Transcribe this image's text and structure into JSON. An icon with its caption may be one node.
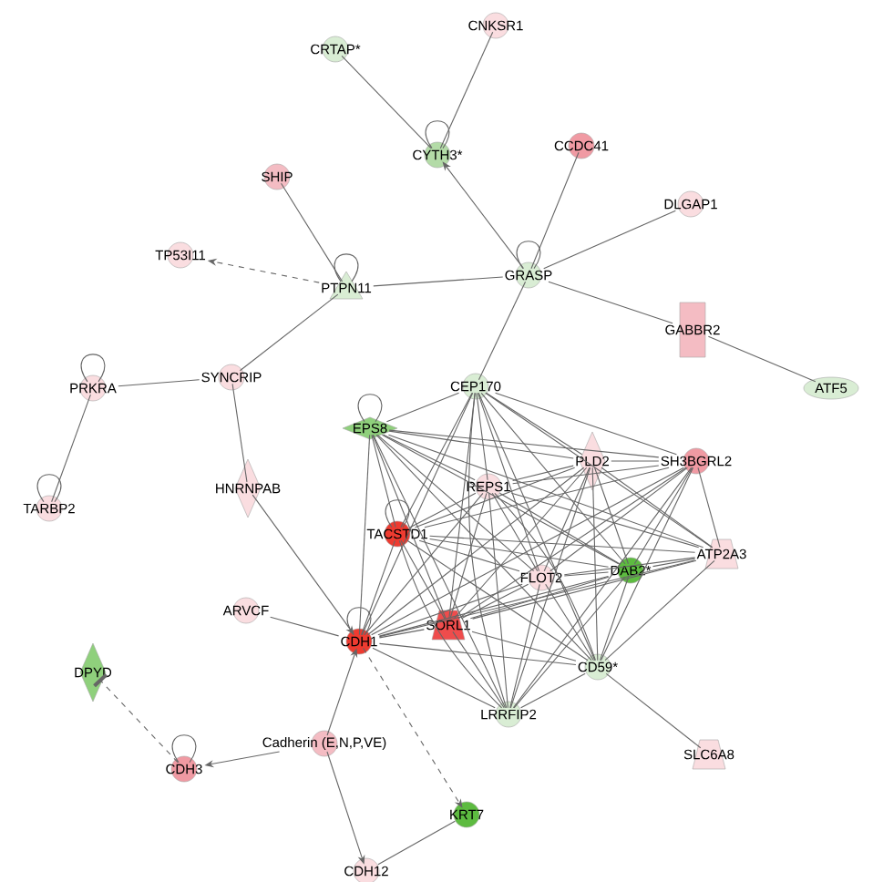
{
  "diagram": {
    "nodes": [
      {
        "text": [
          "CNKSR1"
        ]
      },
      {
        "text": [
          "CRTAP*"
        ]
      },
      {
        "text": [
          "CCDC41"
        ]
      },
      {
        "text": [
          "CYTH3*"
        ]
      },
      {
        "text": [
          "SHIP"
        ]
      },
      {
        "text": [
          "DLGAP1"
        ]
      },
      {
        "text": [
          "TP53I11"
        ]
      },
      {
        "text": [
          "GRASP"
        ]
      },
      {
        "text": [
          "PTPN11"
        ]
      },
      {
        "text": [
          "GABBR2"
        ]
      },
      {
        "text": [
          "SYNCRIP"
        ]
      },
      {
        "text": [
          "CEP170"
        ]
      },
      {
        "text": [
          "PRKRA"
        ]
      },
      {
        "text": [
          "ATF5"
        ]
      },
      {
        "text": [
          "EPS8"
        ]
      },
      {
        "text": [
          "PLD2"
        ]
      },
      {
        "text": [
          "SH3BGRL2"
        ]
      },
      {
        "text": [
          "REPS1"
        ]
      },
      {
        "text": [
          "HNRNPAB"
        ]
      },
      {
        "text": [
          "TARBP2"
        ]
      },
      {
        "text": [
          "TACSTD1"
        ]
      },
      {
        "text": [
          "ATP2A3"
        ]
      },
      {
        "text": [
          "DAB2*"
        ]
      },
      {
        "text": [
          "FLOT2"
        ]
      },
      {
        "text": [
          "ARVCF"
        ]
      },
      {
        "text": [
          "SORL1"
        ]
      },
      {
        "text": [
          "CDH1"
        ]
      },
      {
        "text": [
          "CD59*"
        ]
      },
      {
        "text": [
          "DPYD"
        ]
      },
      {
        "text": [
          "LRRFIP2"
        ]
      },
      {
        "text": [
          "Cadherin (E,N,P,VE)"
        ]
      },
      {
        "text": [
          "SLC6A8"
        ]
      },
      {
        "text": [
          "CDH3"
        ]
      },
      {
        "text": [
          "KRT7"
        ]
      },
      {
        "text": [
          "CDH12"
        ]
      }
    ],
    "edges": [
      {
        "from": 1,
        "to": 3,
        "arrow": "none"
      },
      {
        "from": 0,
        "to": 3,
        "arrow": "none"
      },
      {
        "from": 7,
        "to": 3,
        "arrow": "to"
      },
      {
        "from": 2,
        "to": 7,
        "arrow": "none"
      },
      {
        "from": 5,
        "to": 7,
        "arrow": "none"
      },
      {
        "from": 4,
        "to": 8,
        "arrow": "none"
      },
      {
        "from": 8,
        "to": 6,
        "arrow": "to",
        "style": "dashed"
      },
      {
        "from": 8,
        "to": 7,
        "arrow": "none"
      },
      {
        "from": 7,
        "to": 9,
        "arrow": "none"
      },
      {
        "from": 9,
        "to": 13,
        "arrow": "none"
      },
      {
        "from": 7,
        "to": 11,
        "arrow": "none"
      },
      {
        "from": 8,
        "to": 10,
        "arrow": "none"
      },
      {
        "from": 12,
        "to": 10,
        "arrow": "none"
      },
      {
        "from": 12,
        "to": 19,
        "arrow": "none"
      },
      {
        "from": 10,
        "to": 18,
        "arrow": "none"
      },
      {
        "from": 18,
        "to": 26,
        "arrow": "to"
      },
      {
        "from": 24,
        "to": 26,
        "arrow": "none"
      },
      {
        "from": 30,
        "to": 26,
        "arrow": "to"
      },
      {
        "from": 30,
        "to": 32,
        "arrow": "to"
      },
      {
        "from": 30,
        "to": 34,
        "arrow": "to"
      },
      {
        "from": 26,
        "to": 33,
        "arrow": "to",
        "style": "dashed"
      },
      {
        "from": 33,
        "to": 34,
        "arrow": "none"
      },
      {
        "from": 32,
        "to": 28,
        "arrow": "other",
        "style": "dashed"
      },
      {
        "from": 27,
        "to": 31,
        "arrow": "none"
      },
      {
        "from": 3,
        "to": 3,
        "arrow": "none"
      },
      {
        "from": 7,
        "to": 7,
        "arrow": "none"
      },
      {
        "from": 8,
        "to": 8,
        "arrow": "none"
      },
      {
        "from": 12,
        "to": 12,
        "arrow": "none"
      },
      {
        "from": 19,
        "to": 19,
        "arrow": "none"
      },
      {
        "from": 14,
        "to": 14,
        "arrow": "none"
      },
      {
        "from": 20,
        "to": 20,
        "arrow": "none"
      },
      {
        "from": 26,
        "to": 26,
        "arrow": "none"
      },
      {
        "from": 32,
        "to": 32,
        "arrow": "none"
      },
      {
        "from": 11,
        "to": 14,
        "arrow": "none"
      },
      {
        "from": 11,
        "to": 15,
        "arrow": "none"
      },
      {
        "from": 11,
        "to": 16,
        "arrow": "none"
      },
      {
        "from": 11,
        "to": 17,
        "arrow": "none"
      },
      {
        "from": 11,
        "to": 20,
        "arrow": "none"
      },
      {
        "from": 11,
        "to": 21,
        "arrow": "none"
      },
      {
        "from": 11,
        "to": 22,
        "arrow": "none"
      },
      {
        "from": 11,
        "to": 23,
        "arrow": "none"
      },
      {
        "from": 11,
        "to": 25,
        "arrow": "none"
      },
      {
        "from": 11,
        "to": 26,
        "arrow": "none"
      },
      {
        "from": 11,
        "to": 27,
        "arrow": "none"
      },
      {
        "from": 11,
        "to": 29,
        "arrow": "none"
      },
      {
        "from": 14,
        "to": 15,
        "arrow": "none"
      },
      {
        "from": 14,
        "to": 16,
        "arrow": "none"
      },
      {
        "from": 14,
        "to": 17,
        "arrow": "none"
      },
      {
        "from": 14,
        "to": 20,
        "arrow": "none"
      },
      {
        "from": 14,
        "to": 21,
        "arrow": "none"
      },
      {
        "from": 14,
        "to": 22,
        "arrow": "none"
      },
      {
        "from": 14,
        "to": 23,
        "arrow": "none"
      },
      {
        "from": 14,
        "to": 25,
        "arrow": "none"
      },
      {
        "from": 14,
        "to": 26,
        "arrow": "none"
      },
      {
        "from": 14,
        "to": 27,
        "arrow": "none"
      },
      {
        "from": 14,
        "to": 29,
        "arrow": "none"
      },
      {
        "from": 15,
        "to": 16,
        "arrow": "none"
      },
      {
        "from": 15,
        "to": 17,
        "arrow": "none"
      },
      {
        "from": 15,
        "to": 20,
        "arrow": "none"
      },
      {
        "from": 15,
        "to": 21,
        "arrow": "none"
      },
      {
        "from": 15,
        "to": 22,
        "arrow": "none"
      },
      {
        "from": 15,
        "to": 23,
        "arrow": "none"
      },
      {
        "from": 15,
        "to": 25,
        "arrow": "none"
      },
      {
        "from": 15,
        "to": 26,
        "arrow": "none"
      },
      {
        "from": 15,
        "to": 27,
        "arrow": "none"
      },
      {
        "from": 15,
        "to": 29,
        "arrow": "none"
      },
      {
        "from": 16,
        "to": 17,
        "arrow": "none"
      },
      {
        "from": 16,
        "to": 20,
        "arrow": "none"
      },
      {
        "from": 16,
        "to": 21,
        "arrow": "none"
      },
      {
        "from": 16,
        "to": 22,
        "arrow": "none"
      },
      {
        "from": 16,
        "to": 23,
        "arrow": "none"
      },
      {
        "from": 16,
        "to": 25,
        "arrow": "none"
      },
      {
        "from": 16,
        "to": 26,
        "arrow": "none"
      },
      {
        "from": 16,
        "to": 27,
        "arrow": "none"
      },
      {
        "from": 16,
        "to": 29,
        "arrow": "none"
      },
      {
        "from": 17,
        "to": 20,
        "arrow": "none"
      },
      {
        "from": 17,
        "to": 21,
        "arrow": "none"
      },
      {
        "from": 17,
        "to": 22,
        "arrow": "none"
      },
      {
        "from": 17,
        "to": 23,
        "arrow": "none"
      },
      {
        "from": 17,
        "to": 25,
        "arrow": "none"
      },
      {
        "from": 17,
        "to": 26,
        "arrow": "none"
      },
      {
        "from": 17,
        "to": 27,
        "arrow": "none"
      },
      {
        "from": 17,
        "to": 29,
        "arrow": "none"
      },
      {
        "from": 20,
        "to": 21,
        "arrow": "none"
      },
      {
        "from": 20,
        "to": 22,
        "arrow": "none"
      },
      {
        "from": 20,
        "to": 23,
        "arrow": "none"
      },
      {
        "from": 20,
        "to": 25,
        "arrow": "none"
      },
      {
        "from": 20,
        "to": 26,
        "arrow": "none"
      },
      {
        "from": 20,
        "to": 27,
        "arrow": "none"
      },
      {
        "from": 20,
        "to": 29,
        "arrow": "none"
      },
      {
        "from": 21,
        "to": 26,
        "arrow": "none"
      },
      {
        "from": 21,
        "to": 25,
        "arrow": "none"
      },
      {
        "from": 21,
        "to": 23,
        "arrow": "none"
      },
      {
        "from": 21,
        "to": 22,
        "arrow": "none"
      },
      {
        "from": 21,
        "to": 27,
        "arrow": "none"
      },
      {
        "from": 23,
        "to": 26,
        "arrow": "none"
      },
      {
        "from": 23,
        "to": 25,
        "arrow": "none"
      },
      {
        "from": 23,
        "to": 22,
        "arrow": "none"
      },
      {
        "from": 23,
        "to": 27,
        "arrow": "none"
      },
      {
        "from": 23,
        "to": 29,
        "arrow": "none"
      },
      {
        "from": 22,
        "to": 26,
        "arrow": "none"
      },
      {
        "from": 22,
        "to": 25,
        "arrow": "none"
      },
      {
        "from": 22,
        "to": 27,
        "arrow": "none"
      },
      {
        "from": 22,
        "to": 29,
        "arrow": "none"
      },
      {
        "from": 25,
        "to": 26,
        "arrow": "none"
      },
      {
        "from": 25,
        "to": 29,
        "arrow": "none"
      },
      {
        "from": 25,
        "to": 27,
        "arrow": "none"
      },
      {
        "from": 26,
        "to": 27,
        "arrow": "none"
      },
      {
        "from": 26,
        "to": 29,
        "arrow": "none"
      },
      {
        "from": 27,
        "to": 29,
        "arrow": "none"
      }
    ]
  }
}
